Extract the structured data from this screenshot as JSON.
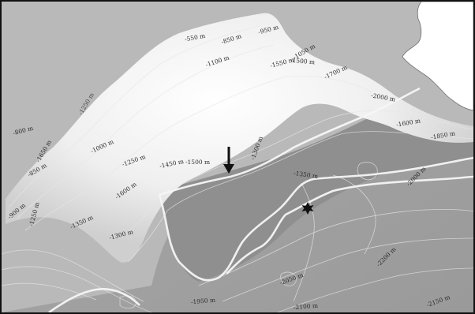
{
  "map": {
    "colors": {
      "shallow_shelf": "#ffffff",
      "slope_mid": "#bdbdbd",
      "basin_floor": "#9c9c9c",
      "trough": "#868686",
      "land": "#ffffff",
      "contour": "#e6e6e6"
    },
    "depth_labels": [
      "-550 m",
      "-850 m",
      "-950 m",
      "-1100 m",
      "-1050 m",
      "-1500 m",
      "-1700 m",
      "-2000 m",
      "-1000 m",
      "-1250 m",
      "-1450 m",
      "-1500 m",
      "-1300 m",
      "-1350 m",
      "-1250 m",
      "-1600 m",
      "-800 m",
      "-1650 m",
      "-900 m",
      "-850 m",
      "-1250 m",
      "-1350 m",
      "-1300 m",
      "-1550 m",
      "-1600 m",
      "-1850 m",
      "-2000 m",
      "-1950 m",
      "-2100 m",
      "-2050 m",
      "-2200 m",
      "-2150 m"
    ],
    "markers": {
      "arrow_icon": "down-arrow-icon",
      "site_icon": "star-burst-icon"
    }
  }
}
